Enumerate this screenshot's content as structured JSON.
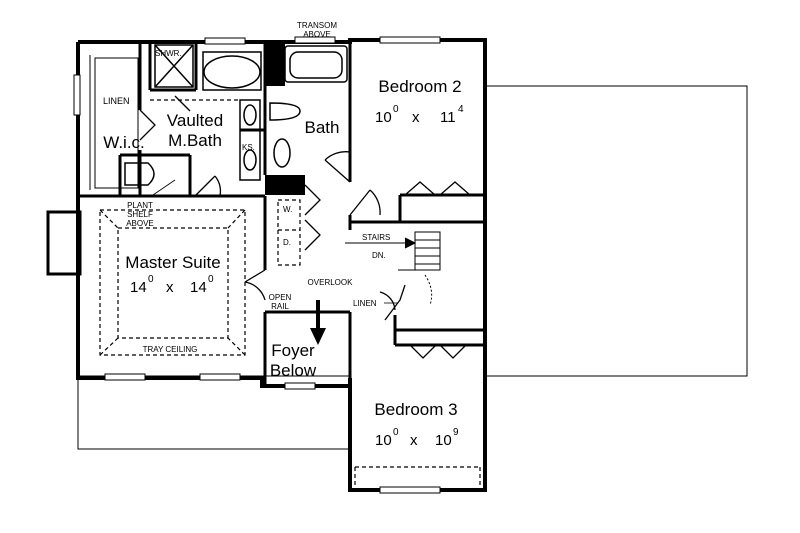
{
  "labels": {
    "transom": [
      "TRANSOM",
      "ABOVE"
    ],
    "bedroom2": {
      "name": "Bedroom 2",
      "w": "10",
      "w_sup": "0",
      "x": "x",
      "d": "11",
      "d_sup": "4"
    },
    "bedroom3": {
      "name": "Bedroom 3",
      "w": "10",
      "w_sup": "0",
      "x": "x",
      "d": "10",
      "d_sup": "9"
    },
    "master_suite": {
      "name": "Master Suite",
      "w": "14",
      "w_sup": "0",
      "x": "x",
      "d": "14",
      "d_sup": "0"
    },
    "vaulted_bath": [
      "Vaulted",
      "M.Bath"
    ],
    "bath": "Bath",
    "wic": "W.i.c.",
    "linen_master": "LINEN",
    "shower": "SHWR.",
    "ks": "KS.",
    "plant_shelf": [
      "PLANT",
      "SHELF",
      "ABOVE"
    ],
    "tray_ceiling": "TRAY CEILING",
    "washer": "W.",
    "dryer": "D.",
    "stairs": "STAIRS",
    "down": "DN.",
    "overlook": "OVERLOOK",
    "open_rail": [
      "OPEN",
      "RAIL"
    ],
    "linen_hall": "LINEN",
    "foyer": [
      "Foyer",
      "Below"
    ]
  }
}
